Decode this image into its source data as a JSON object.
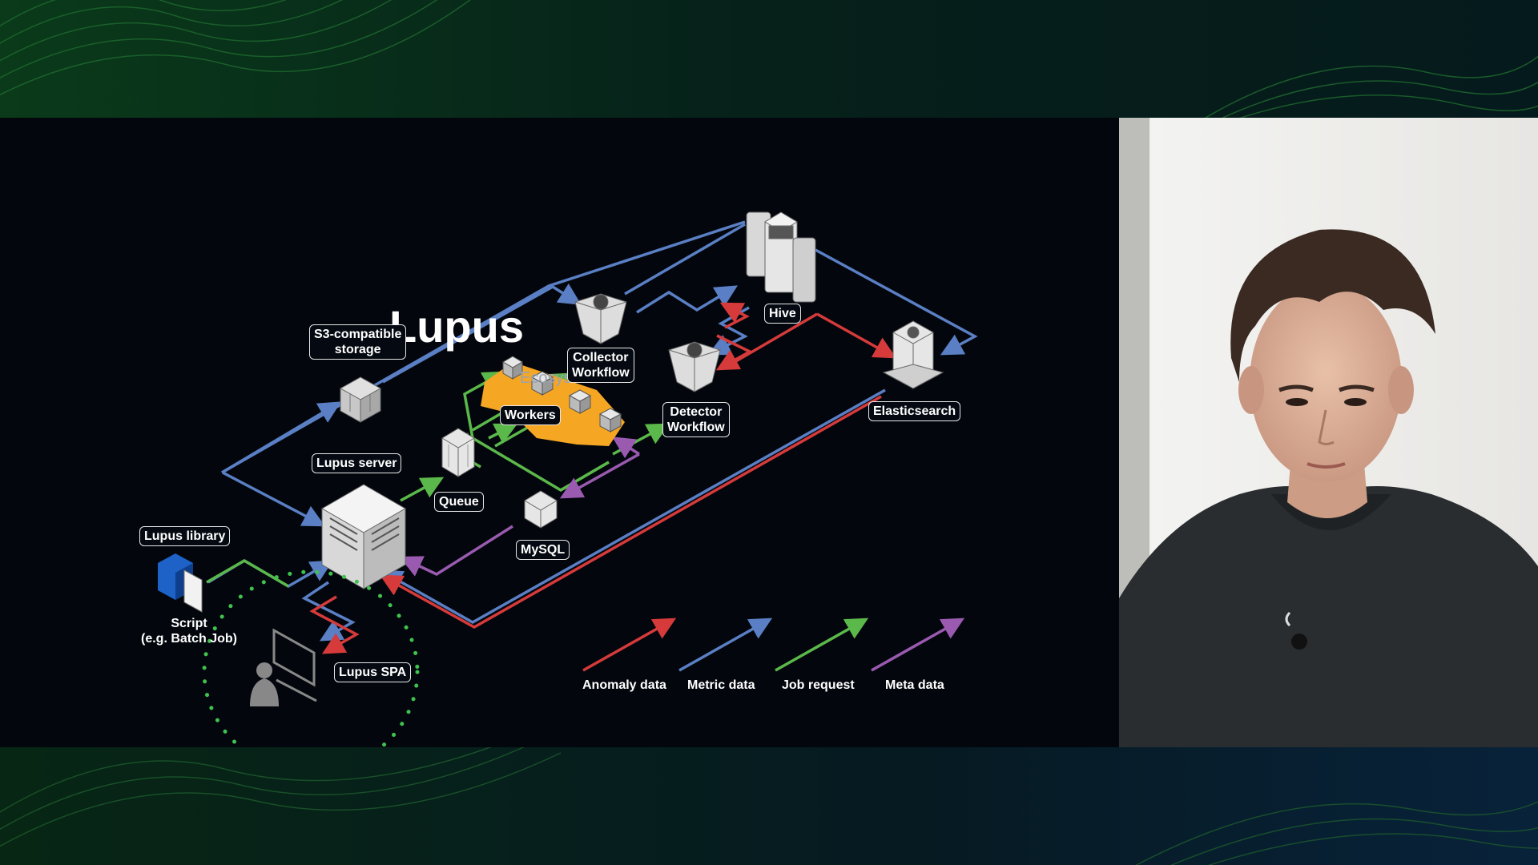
{
  "slide": {
    "title": "Lupus",
    "subtitle": "Ecosystem",
    "components": {
      "s3_storage": "S3-compatible\nstorage",
      "lupus_server": "Lupus server",
      "lupus_library": "Lupus library",
      "script": "Script\n(e.g. Batch Job)",
      "lupus_spa": "Lupus SPA",
      "queue": "Queue",
      "workers": "Workers",
      "collector_workflow": "Collector\nWorkflow",
      "detector_workflow": "Detector\nWorkflow",
      "mysql": "MySQL",
      "hive": "Hive",
      "elasticsearch": "Elasticsearch"
    },
    "legend": [
      {
        "label": "Anomaly data",
        "color": "#d63a3a"
      },
      {
        "label": "Metric data",
        "color": "#5a7fc4"
      },
      {
        "label": "Job request",
        "color": "#5bb84a"
      },
      {
        "label": "Meta data",
        "color": "#9a5ab0"
      }
    ]
  },
  "colors": {
    "anomaly": "#d63a3a",
    "metric": "#5a7fc4",
    "job": "#5bb84a",
    "meta": "#9a5ab0",
    "workers_highlight": "#f5a623",
    "background": "#03070d"
  }
}
